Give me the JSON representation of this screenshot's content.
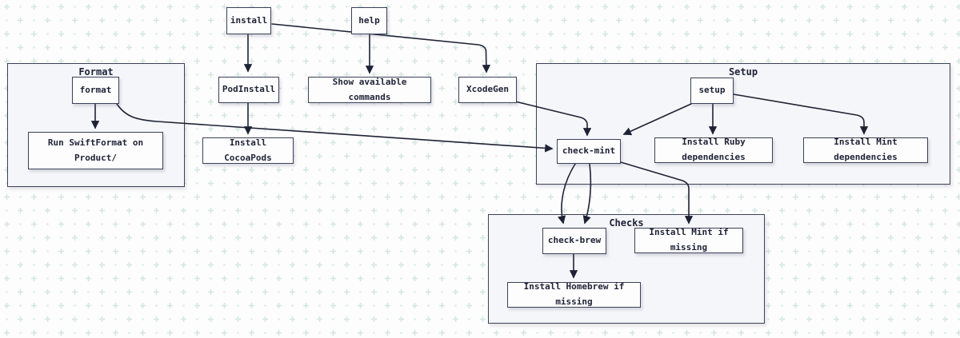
{
  "diagram": {
    "clusters": {
      "format": {
        "title": "Format"
      },
      "setup": {
        "title": "Setup"
      },
      "checks": {
        "title": "Checks"
      }
    },
    "nodes": {
      "install": {
        "label": "install"
      },
      "help": {
        "label": "help"
      },
      "podinstall": {
        "label": "PodInstall"
      },
      "show_commands": {
        "label": "Show available commands"
      },
      "xcodegen": {
        "label": "XcodeGen"
      },
      "format_cmd": {
        "label": "format"
      },
      "run_swiftformat": {
        "label": "Run SwiftFormat on Product/"
      },
      "install_cocoapods": {
        "label": "Install CocoaPods"
      },
      "setup_cmd": {
        "label": "setup"
      },
      "check_mint": {
        "label": "check-mint"
      },
      "install_ruby": {
        "label": "Install Ruby dependencies"
      },
      "install_mint_deps": {
        "label": "Install Mint dependencies"
      },
      "check_brew": {
        "label": "check-brew"
      },
      "install_mint_missing": {
        "label": "Install Mint if missing"
      },
      "install_homebrew_missing": {
        "label": "Install Homebrew if missing"
      }
    },
    "edges": [
      {
        "from": "install",
        "to": "PodInstall"
      },
      {
        "from": "install",
        "to": "XcodeGen"
      },
      {
        "from": "help",
        "to": "Show available commands"
      },
      {
        "from": "format",
        "to": "Run SwiftFormat on Product/"
      },
      {
        "from": "format",
        "to": "check-mint"
      },
      {
        "from": "PodInstall",
        "to": "Install CocoaPods"
      },
      {
        "from": "XcodeGen",
        "to": "check-mint"
      },
      {
        "from": "setup",
        "to": "check-mint"
      },
      {
        "from": "setup",
        "to": "Install Ruby dependencies"
      },
      {
        "from": "setup",
        "to": "Install Mint dependencies"
      },
      {
        "from": "check-mint",
        "to": "check-brew"
      },
      {
        "from": "check-mint",
        "to": "check-brew"
      },
      {
        "from": "check-mint",
        "to": "Install Mint if missing"
      },
      {
        "from": "check-brew",
        "to": "Install Homebrew if missing"
      }
    ],
    "colors": {
      "background": "#fdfdfd",
      "pattern_cross_large": "#d4e6e1",
      "pattern_cross_small": "#e2efeb",
      "node_fill": "#fdfdfe",
      "node_border": "#3c4158",
      "cluster_fill": "#f5f6f9",
      "edge": "#1e2235",
      "text": "#1e2235"
    }
  }
}
